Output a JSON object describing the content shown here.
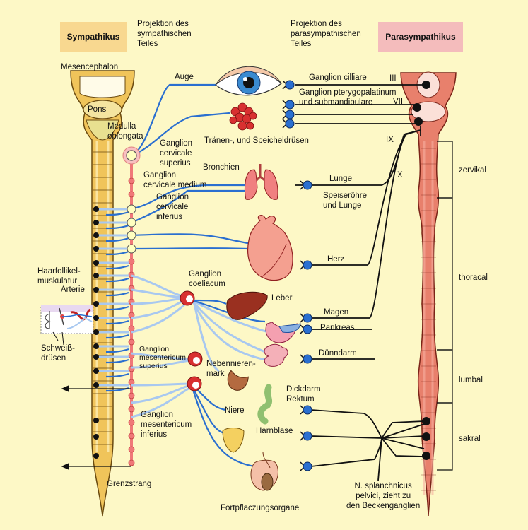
{
  "header": {
    "sympathicus": "Sympathikus",
    "projection_symp": "Projektion des\nsympathischen\nTeiles",
    "projection_para": "Projektion des\nparasympathischen\nTeiles",
    "parasympathicus": "Parasympathikus"
  },
  "colors": {
    "background": "#fdf8c6",
    "symp_box": "#f8d890",
    "para_box": "#f4bcbc",
    "symp_chain": "#f07878",
    "nerve_blue": "#2a6fd0",
    "nerve_light": "#a8c8f0",
    "para_cord": "#e8806c",
    "symp_cord": "#f0c45a"
  },
  "labels": {
    "mesencephalon": "Mesencephalon",
    "pons": "Pons",
    "medulla": "Medulla\noblongata",
    "ggl_cerv_sup": "Ganglion\ncervicale\nsuperius",
    "ggl_cerv_med": "Ganglion\ncervicale medium",
    "ggl_cerv_inf": "Ganglion\ncervicale\ninferius",
    "haarfollikel": "Haarfollikel-\nmuskulatur",
    "arterie": "Arterie",
    "schweiss": "Schweiß-\ndrüsen",
    "ggl_coeliacum": "Ganglion\ncoeliacum",
    "ggl_mes_sup": "Ganglion\nmesentericum\nsuperius",
    "ggl_mes_inf": "Ganglion\nmesentericum\ninferius",
    "grenzstrang": "Grenzstrang",
    "auge": "Auge",
    "traenen": "Tränen-, und Speicheldrüsen",
    "bronchien": "Bronchien",
    "leber": "Leber",
    "nebennierenmark": "Nebennieren-\nmark",
    "niere": "Niere",
    "dickdarm": "Dickdarm\nRektum",
    "harnblase": "Harnblase",
    "fortpflanzung": "Fortpflaczungsorgane",
    "ggl_ciliare": "Ganglion cilliare",
    "ggl_ptery": "Ganglion pterygopalatinum\nund submandibulare",
    "cn3": "III",
    "cn7": "VII",
    "cn9": "IX",
    "cn10": "X",
    "lunge": "Lunge",
    "speiseroehre": "Speiseröhre\nund Lunge",
    "herz": "Herz",
    "magen": "Magen",
    "pankreas": "Pankreas",
    "duenndarm": "Dünndarm",
    "splanchnicus": "N. splanchnicus\npelvici, zieht zu\nden Beckenganglien",
    "zervikal": "zervikal",
    "thoracal": "thoracal",
    "lumbal": "lumbal",
    "sakral": "sakral"
  }
}
